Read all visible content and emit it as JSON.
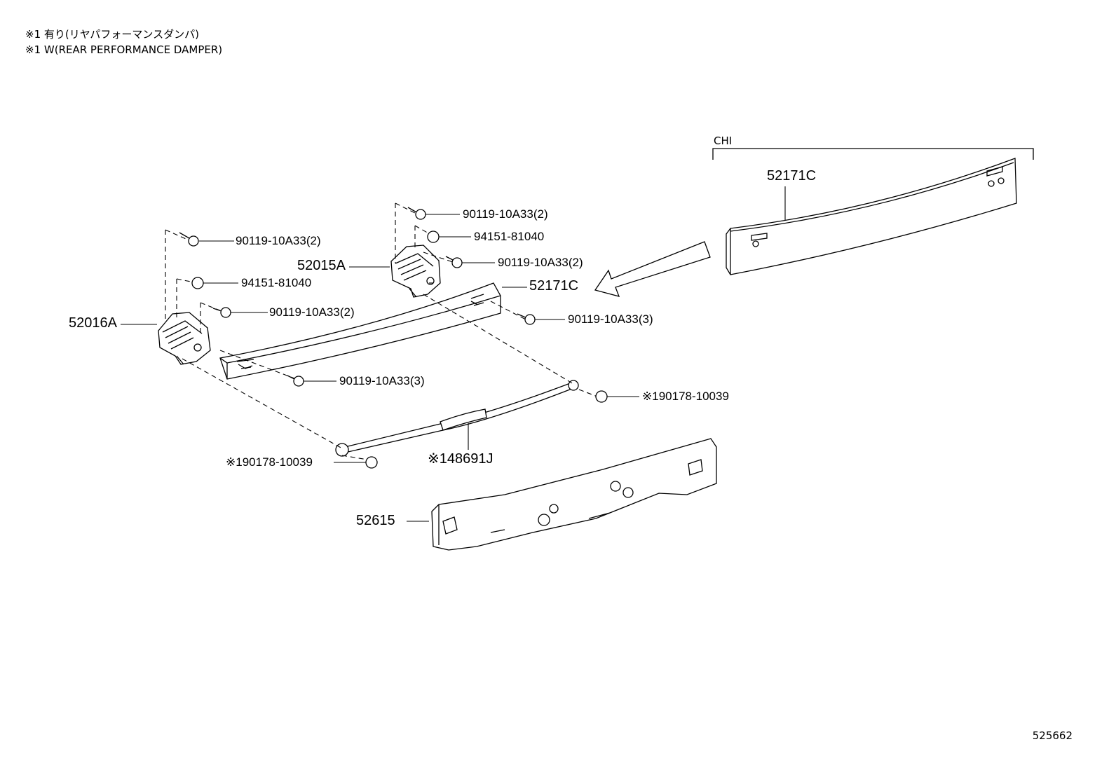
{
  "notes": [
    "※1 有り(リヤパフォーマンスダンパ)",
    "※1 W(REAR PERFORMANCE DAMPER)"
  ],
  "variant_label": "CHI",
  "illustration_number": "525662",
  "parts": {
    "reinforcement_chi": "52171C",
    "reinforcement": "52171C",
    "bracket_right": "52015A",
    "bracket_left": "52016A",
    "absorber": "52615",
    "damper": "※148691J"
  },
  "fasteners": {
    "bolt_r_top": "90119-10A33(2)",
    "nut_r": "94151-81040",
    "bolt_r_mid": "90119-10A33(2)",
    "bolt_r_low": "90119-10A33(3)",
    "bolt_l_top": "90119-10A33(2)",
    "nut_l": "94151-81040",
    "bolt_l_mid": "90119-10A33(2)",
    "bolt_l_low": "90119-10A33(3)",
    "nut_damper_r": "※190178-10039",
    "nut_damper_l": "※190178-10039"
  }
}
